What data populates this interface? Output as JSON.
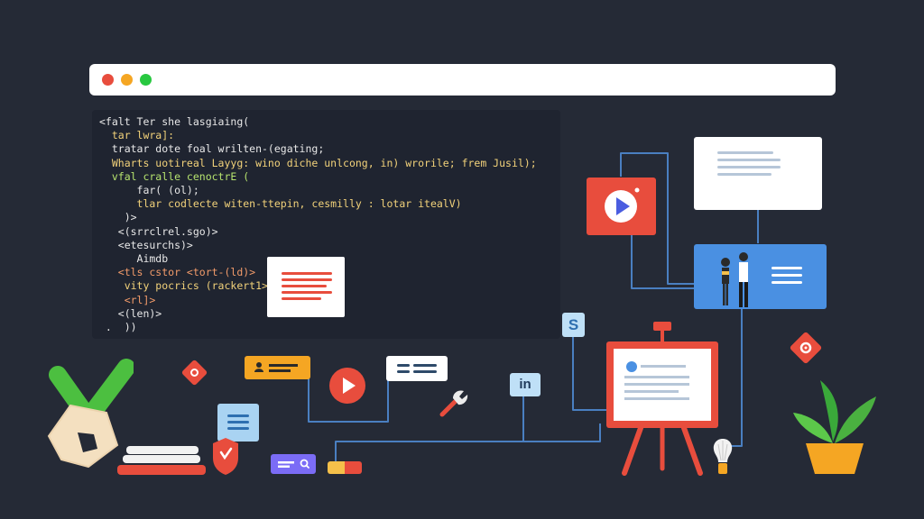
{
  "colors": {
    "background": "#252a36",
    "code_bg": "#1f2430",
    "red": "#e84d3d",
    "orange": "#f5a623",
    "yellow": "#f5c04a",
    "green": "#28c840",
    "blue": "#4a90e2",
    "light_blue": "#bfe0f7",
    "purple": "#7b6cf6",
    "wire": "#4a7fc1",
    "code_orange": "#f29b6a",
    "code_yellow": "#f2d27a",
    "code_white": "#e8e8e8",
    "code_green": "#b6e36e"
  },
  "code_lines": [
    {
      "text": "<falt Ter she lasgiaing(",
      "color": "#e8e8e8"
    },
    {
      "text": "  tar lwra]:",
      "color": "#f2d27a"
    },
    {
      "text": "  tratar dote foal wrilten-(egating;",
      "color": "#e8e8e8"
    },
    {
      "text": "  Wharts uotireal Layyg: wino diche unlcong, in) wrorile; frem Jusil);",
      "color": "#f2d27a"
    },
    {
      "text": "  vfal cralle cenoctrE (",
      "color": "#b6e36e"
    },
    {
      "text": "      far( (ol);",
      "color": "#e8e8e8"
    },
    {
      "text": "      tlar codlecte witen-ttepin, cesmilly : lotar itealV)",
      "color": "#f2d27a"
    },
    {
      "text": "    )>",
      "color": "#e8e8e8"
    },
    {
      "text": "   <(srrclrel.sgo)>",
      "color": "#e8e8e8"
    },
    {
      "text": "   <etesurchs)>",
      "color": "#e8e8e8"
    },
    {
      "text": "      Aimdb",
      "color": "#e8e8e8"
    },
    {
      "text": "   <tls cstor <tort-(ld)>",
      "color": "#f29b6a"
    },
    {
      "text": "    vity pocrics (rackert1>",
      "color": "#f2d27a"
    },
    {
      "text": "    <rl]>",
      "color": "#f29b6a"
    },
    {
      "text": "   <(len)>",
      "color": "#e8e8e8"
    },
    {
      "text": " .  ))",
      "color": "#e8e8e8"
    }
  ],
  "badges": {
    "s_label": "S",
    "in_label": "in"
  },
  "icons": {
    "video": "play-icon",
    "people": "people-icon",
    "wrench": "wrench-icon",
    "bulb": "lightbulb-icon",
    "plant": "plant-icon",
    "gear": "gear-icon",
    "easel": "easel-icon",
    "check": "checkmark-icon"
  }
}
